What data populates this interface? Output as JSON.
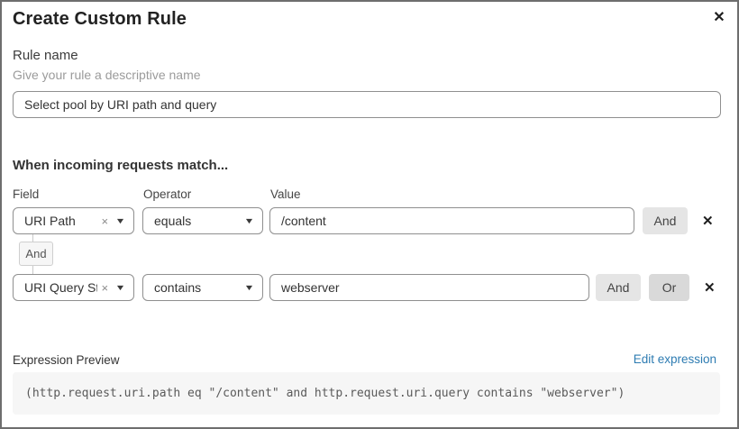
{
  "dialog": {
    "title": "Create Custom Rule",
    "close_icon": "✕"
  },
  "rule_name": {
    "label": "Rule name",
    "hint": "Give your rule a descriptive name",
    "value": "Select pool by URI path and query"
  },
  "match": {
    "heading": "When incoming requests match...",
    "columns": {
      "field": "Field",
      "operator": "Operator",
      "value": "Value"
    },
    "rows": [
      {
        "field": "URI Path",
        "operator": "equals",
        "value": "/content",
        "and_label": "And"
      },
      {
        "field": "URI Query St...",
        "operator": "contains",
        "value": "webserver",
        "and_label": "And",
        "or_label": "Or"
      }
    ],
    "connector_label": "And",
    "clear_icon": "×",
    "chevron_icon": "▼",
    "remove_icon": "✕"
  },
  "expression": {
    "label": "Expression Preview",
    "edit_link": "Edit expression",
    "code": "(http.request.uri.path eq \"/content\" and http.request.uri.query contains \"webserver\")"
  },
  "colors": {
    "link_blue": "#2e7cb2",
    "button_gray": "#e5e5e5",
    "border_gray": "#8f8f8f",
    "code_bg": "#f6f6f6"
  }
}
